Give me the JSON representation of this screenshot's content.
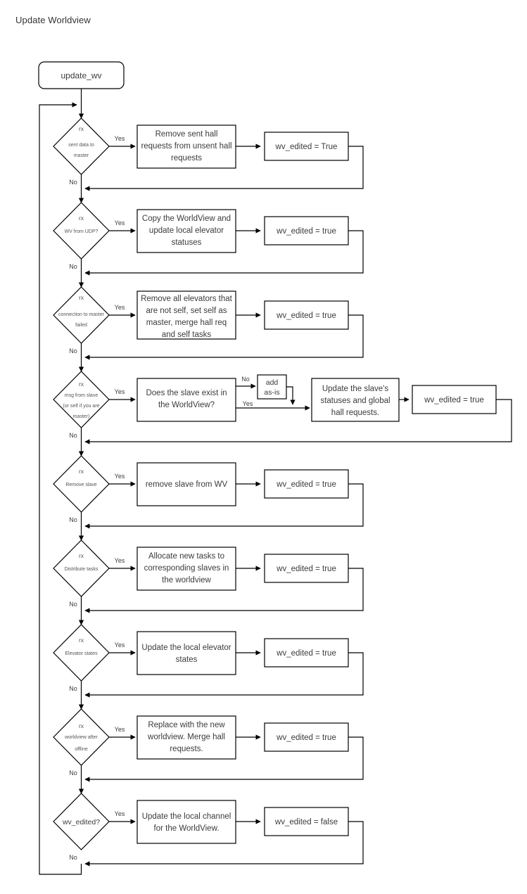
{
  "diagram": {
    "title": "Update Worldview",
    "type": "flowchart",
    "start_node": {
      "label": "update_wv",
      "shape": "rounded-rect"
    },
    "loop_back_label": "",
    "edge_labels": {
      "yes": "Yes",
      "no": "No"
    },
    "rows": [
      {
        "id": "row-sent-data",
        "decision": {
          "head": "rx",
          "lines": [
            "sent data to",
            "master"
          ]
        },
        "action": {
          "lines": [
            "Remove sent hall",
            "requests from unsent hall",
            "requests"
          ]
        },
        "flag": {
          "label": "wv_edited = True"
        }
      },
      {
        "id": "row-wv-udp",
        "decision": {
          "head": "rx",
          "lines": [
            "WV from UDP?"
          ]
        },
        "action": {
          "lines": [
            "Copy the WorldView and",
            "update local elevator",
            "statuses"
          ]
        },
        "flag": {
          "label": "wv_edited = true"
        }
      },
      {
        "id": "row-connection-failed",
        "decision": {
          "head": "rx",
          "lines": [
            "connection to master",
            "failed"
          ]
        },
        "action": {
          "lines": [
            "Remove all elevators that",
            "are not self, set self as",
            "master, merge hall req",
            "and self tasks"
          ]
        },
        "flag": {
          "label": "wv_edited = true"
        }
      },
      {
        "id": "row-msg-from-slave",
        "decision": {
          "head": "rx",
          "lines": [
            "msg from slave",
            "(or self if you are",
            "master)"
          ]
        },
        "action": {
          "lines": [
            "Does the slave exist in",
            "the WorldView?"
          ]
        },
        "sub_no_label": "No",
        "sub_yes_label": "Yes",
        "sub_box": {
          "lines": [
            "add",
            "as-is"
          ]
        },
        "merge_box": {
          "lines": [
            "Update the slave's",
            "statuses and global",
            "hall requests."
          ]
        },
        "flag": {
          "label": "wv_edited = true"
        }
      },
      {
        "id": "row-remove-slave",
        "decision": {
          "head": "rx",
          "lines": [
            "Remove slave"
          ]
        },
        "action": {
          "lines": [
            "remove slave from WV"
          ]
        },
        "flag": {
          "label": "wv_edited = true"
        }
      },
      {
        "id": "row-distribute-tasks",
        "decision": {
          "head": "rx",
          "lines": [
            "Distribute tasks"
          ]
        },
        "action": {
          "lines": [
            "Allocate new tasks to",
            "corresponding slaves in",
            "the worldview"
          ]
        },
        "flag": {
          "label": "wv_edited = true"
        }
      },
      {
        "id": "row-elevator-states",
        "decision": {
          "head": "rx",
          "lines": [
            "Elevator states"
          ]
        },
        "action": {
          "lines": [
            "Update the local elevator",
            "states"
          ]
        },
        "flag": {
          "label": "wv_edited = true"
        }
      },
      {
        "id": "row-worldview-offline",
        "decision": {
          "head": "rx",
          "lines": [
            "worldview after",
            "offline"
          ]
        },
        "action": {
          "lines": [
            "Replace with the new",
            "worldview. Merge hall",
            "requests."
          ]
        },
        "flag": {
          "label": "wv_edited = true"
        }
      },
      {
        "id": "row-wv-edited",
        "decision": {
          "head": "",
          "main": "wv_edited?",
          "lines": []
        },
        "action": {
          "lines": [
            "Update the local channel",
            "for the WorldView."
          ]
        },
        "flag": {
          "label": "wv_edited = false"
        }
      }
    ]
  },
  "colors": {
    "stroke": "#000000",
    "fill": "#ffffff",
    "text": "#3b3b3b",
    "title_text": "#333333"
  }
}
